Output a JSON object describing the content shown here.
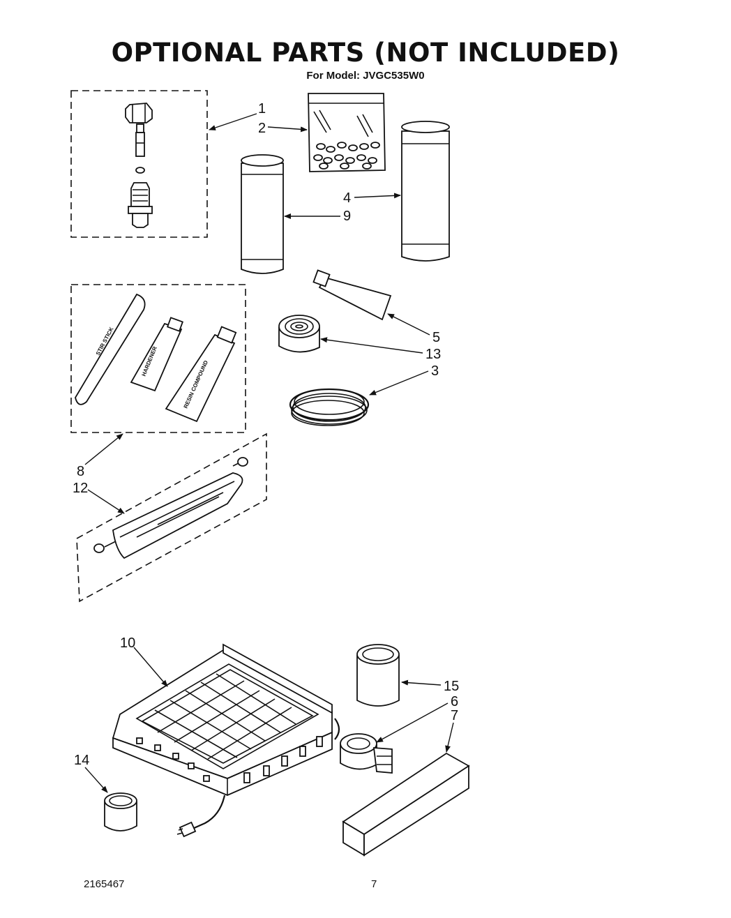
{
  "title": "OPTIONAL PARTS (NOT INCLUDED)",
  "subtitle": "For Model: JVGC535W0",
  "footer": {
    "doc_number": "2165467",
    "page_number": "7"
  },
  "callouts": {
    "c1": "1",
    "c2": "2",
    "c3": "3",
    "c4": "4",
    "c5": "5",
    "c6": "6",
    "c7": "7",
    "c8": "8",
    "c9": "9",
    "c10": "10",
    "c12": "12",
    "c13": "13",
    "c14": "14",
    "c15": "15"
  },
  "item_labels": {
    "stir_stick": "STIR STICK",
    "hardener": "HARDENER",
    "resin_compound": "RESIN COMPOUND"
  }
}
